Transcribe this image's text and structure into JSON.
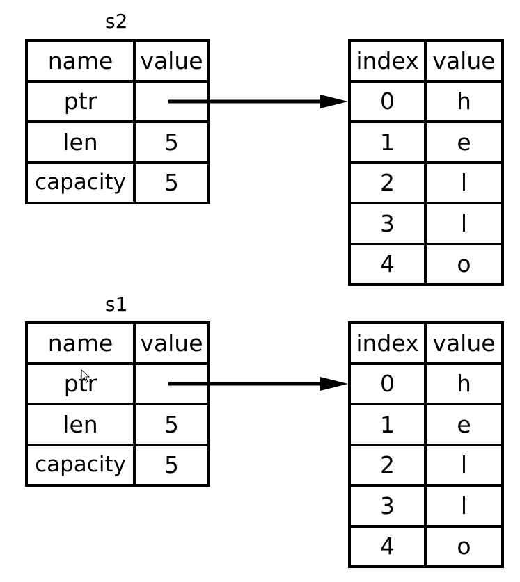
{
  "diagrams": [
    {
      "variable": "s2",
      "stack": {
        "headers": [
          "name",
          "value"
        ],
        "rows": [
          {
            "name": "ptr",
            "value": ""
          },
          {
            "name": "len",
            "value": "5"
          },
          {
            "name": "capacity",
            "value": "5"
          }
        ]
      },
      "heap": {
        "headers": [
          "index",
          "value"
        ],
        "rows": [
          {
            "index": "0",
            "value": "h"
          },
          {
            "index": "1",
            "value": "e"
          },
          {
            "index": "2",
            "value": "l"
          },
          {
            "index": "3",
            "value": "l"
          },
          {
            "index": "4",
            "value": "o"
          }
        ]
      }
    },
    {
      "variable": "s1",
      "stack": {
        "headers": [
          "name",
          "value"
        ],
        "rows": [
          {
            "name": "ptr",
            "value": ""
          },
          {
            "name": "len",
            "value": "5"
          },
          {
            "name": "capacity",
            "value": "5"
          }
        ]
      },
      "heap": {
        "headers": [
          "index",
          "value"
        ],
        "rows": [
          {
            "index": "0",
            "value": "h"
          },
          {
            "index": "1",
            "value": "e"
          },
          {
            "index": "2",
            "value": "l"
          },
          {
            "index": "3",
            "value": "l"
          },
          {
            "index": "4",
            "value": "o"
          }
        ]
      }
    }
  ]
}
